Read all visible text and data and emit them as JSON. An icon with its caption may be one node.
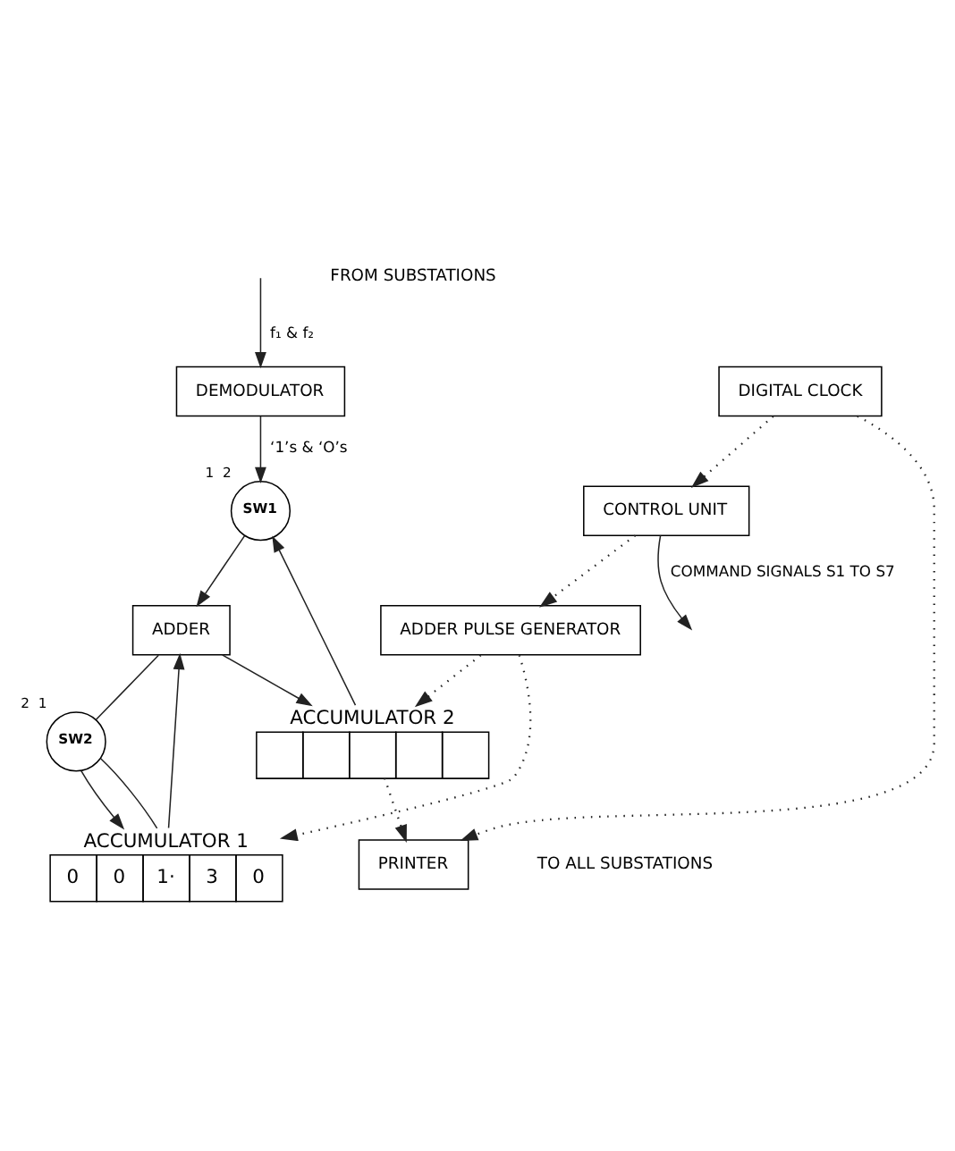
{
  "diagram": {
    "nodes": [
      {
        "text": [
          "DEMODULATOR"
        ]
      },
      {
        "text": [
          "SW1"
        ],
        "beside": [
          "1",
          "2"
        ]
      },
      {
        "text": [
          "ADDER"
        ]
      },
      {
        "text": [
          "ACCUMULATOR 1",
          "0",
          "0",
          "1·",
          "3",
          "0"
        ]
      },
      {
        "text": [
          "SW2"
        ],
        "beside": [
          "2",
          "1"
        ]
      },
      {
        "text": [
          "ACCUMULATOR 2"
        ]
      },
      {
        "text": [
          "ADDER PULSE GENERATOR"
        ]
      },
      {
        "text": [
          "PRINTER"
        ]
      },
      {
        "text": [
          "DIGITAL CLOCK"
        ]
      },
      {
        "text": [
          "CONTROL UNIT"
        ]
      }
    ],
    "edges": [
      {
        "from": null,
        "to": 0,
        "arrow": "to",
        "label": "f₁ & f₂"
      },
      {
        "from": 0,
        "to": 1,
        "arrow": "to",
        "label": "‘1’s & ‘O’s"
      },
      {
        "from": 1,
        "to": 2,
        "arrow": "to"
      },
      {
        "from": 2,
        "to": 5,
        "arrow": "to"
      },
      {
        "from": 2,
        "to": 4,
        "arrow": "none"
      },
      {
        "from": 4,
        "to": 3,
        "arrow": "to"
      },
      {
        "from": 3,
        "to": 2,
        "arrow": "to"
      },
      {
        "from": 3,
        "to": 4,
        "arrow": "none"
      },
      {
        "from": 5,
        "to": 1,
        "arrow": "to"
      },
      {
        "from": 6,
        "to": 3,
        "arrow": "to",
        "style": "dashed"
      },
      {
        "from": 6,
        "to": 5,
        "arrow": "to",
        "style": "dashed"
      },
      {
        "from": 5,
        "to": 7,
        "arrow": "to",
        "style": "dashed"
      },
      {
        "from": 8,
        "to": 7,
        "arrow": "to",
        "style": "dashed"
      },
      {
        "from": 8,
        "to": 9,
        "arrow": "to",
        "style": "dashed"
      },
      {
        "from": 9,
        "to": 6,
        "arrow": "to",
        "style": "dashed"
      },
      {
        "from": 9,
        "to": null,
        "arrow": "to",
        "label": "COMMAND SIGNALS S1 TO S7"
      }
    ],
    "labels": [
      "FROM SUBSTATIONS",
      "TO ALL SUBSTATIONS"
    ]
  }
}
